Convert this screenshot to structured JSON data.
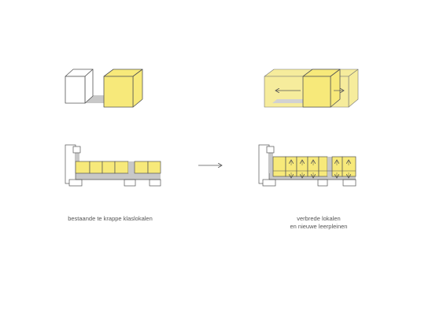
{
  "captions": {
    "existing": "bestaande te krappe klaslokalen",
    "new_line1": "verbrede lokalen",
    "new_line2": "en nieuwe leerpleinen"
  },
  "colors": {
    "yellow": "#f7e97a",
    "yellow_light": "#f6ec9c",
    "grey": "#c8c8c8",
    "line": "#555555",
    "white": "#ffffff"
  },
  "icons": {
    "transition": "arrow-right-icon",
    "widening": "double-arrow-icon"
  }
}
